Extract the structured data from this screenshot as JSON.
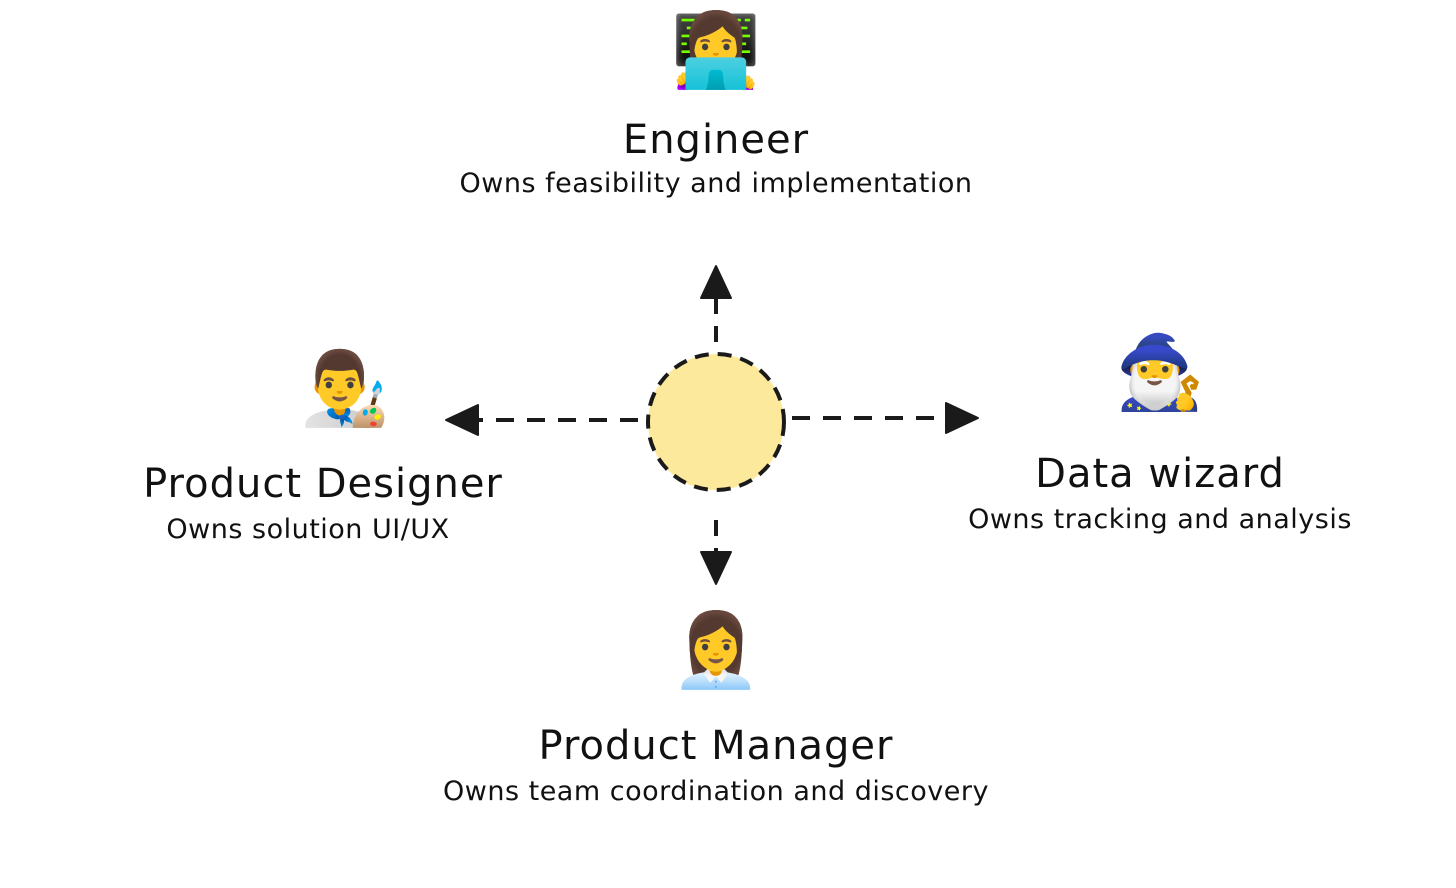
{
  "roles": {
    "engineer": {
      "title": "Engineer",
      "description": "Owns feasibility and implementation",
      "avatar": "👩‍💻",
      "avatar_icon": "woman-technologist-icon"
    },
    "designer": {
      "title": "Product Designer",
      "description": "Owns solution UI/UX",
      "avatar": "👨‍🎨",
      "avatar_icon": "man-artist-icon"
    },
    "data": {
      "title": "Data wizard",
      "description": "Owns tracking and analysis",
      "avatar": "🧙‍♂️",
      "avatar_icon": "mage-icon"
    },
    "pm": {
      "title": "Product Manager",
      "description": "Owns team coordination and discovery",
      "avatar": "👩‍💼",
      "avatar_icon": "woman-office-worker-icon"
    }
  },
  "colors": {
    "hub_fill": "#FCE99B",
    "stroke": "#1a1a1a",
    "text": "#111111",
    "background": "#ffffff"
  }
}
